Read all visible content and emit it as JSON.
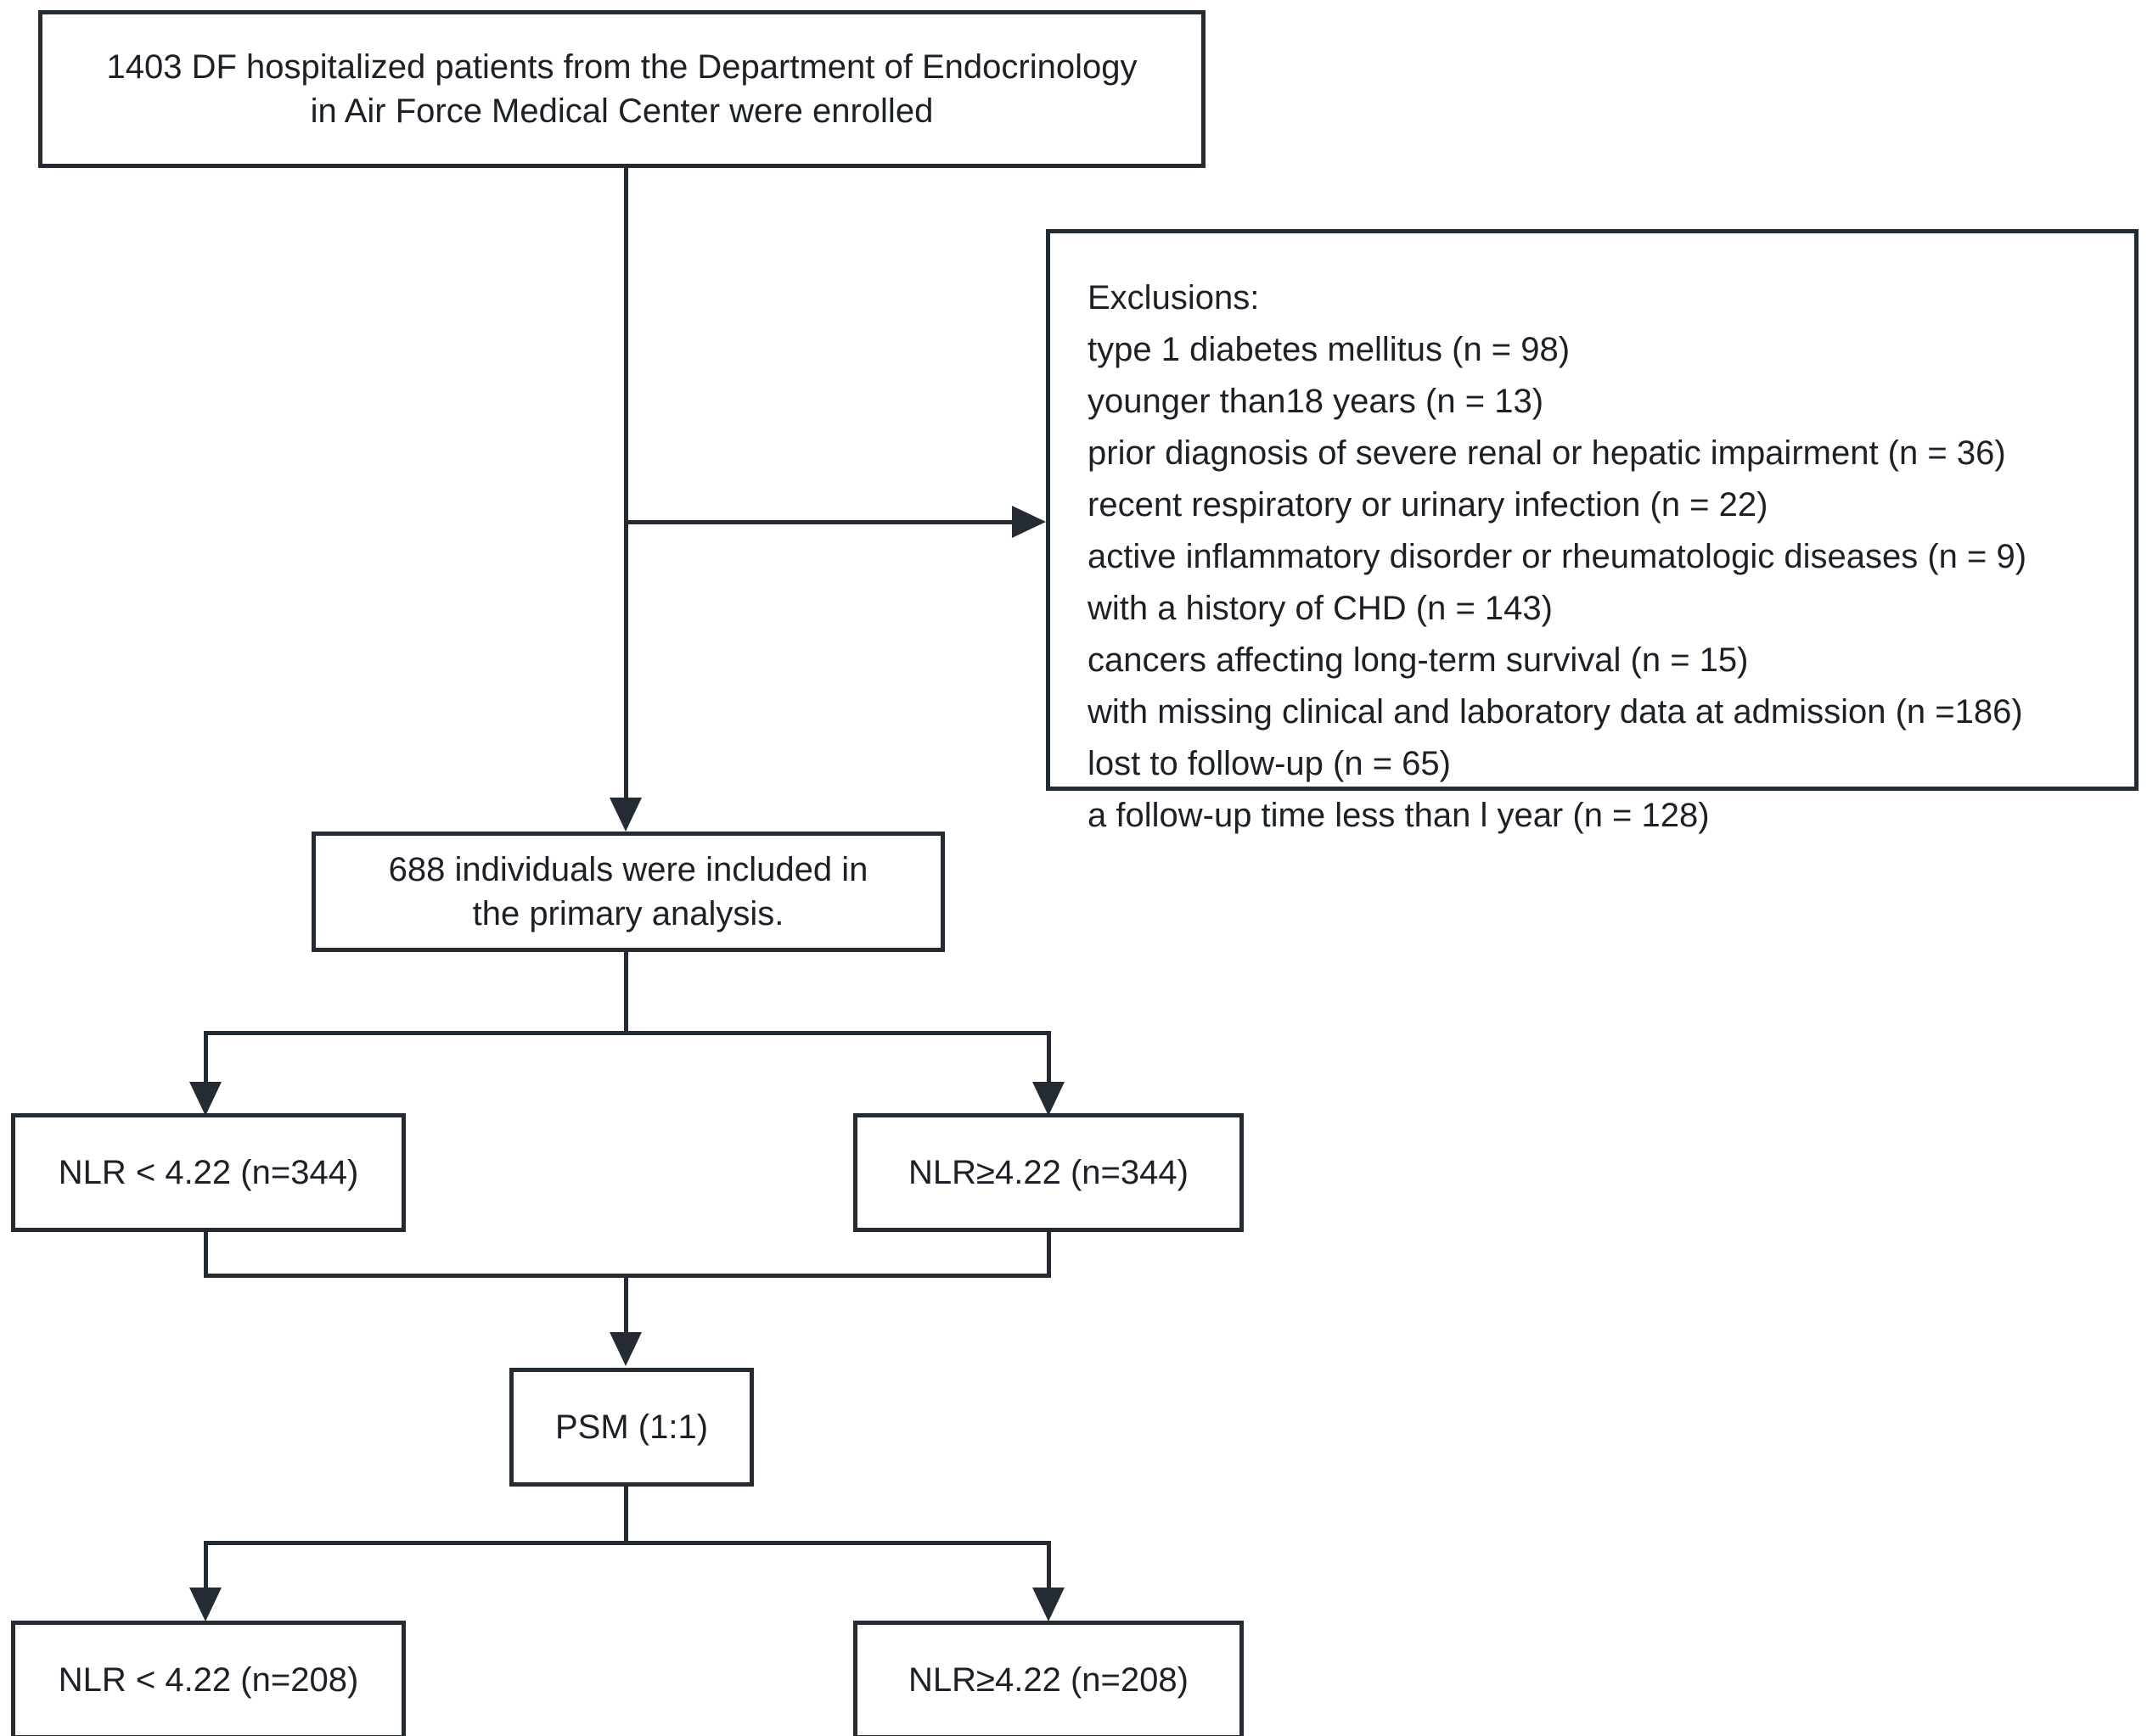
{
  "diagram": {
    "title": "Patient selection flow diagram",
    "line_color": "#252b33",
    "text_color": "#1c2127",
    "background": "#ffffff"
  },
  "nodes": {
    "enrollment": {
      "text": "1403 DF hospitalized patients from the Department of Endocrinology\nin Air Force Medical Center were enrolled"
    },
    "exclusions": {
      "title": "Exclusions:",
      "items": [
        "type 1 diabetes mellitus (n = 98)",
        "younger than18 years (n = 13)",
        "prior diagnosis of severe renal or hepatic impairment (n = 36)",
        "recent respiratory or urinary infection (n = 22)",
        "active inflammatory disorder or rheumatologic diseases (n = 9)",
        "with a history of CHD (n = 143)",
        "cancers affecting long-term survival (n = 15)",
        "with missing clinical and laboratory data at admission (n =186)",
        "lost to follow-up (n = 65)",
        "a follow-up time less than l year (n = 128)"
      ]
    },
    "primary_analysis": {
      "text": "688 individuals were included in\nthe primary analysis."
    },
    "nlr_low_pre": {
      "text": "NLR < 4.22 (n=344)"
    },
    "nlr_high_pre": {
      "text": "NLR≥4.22 (n=344)"
    },
    "psm": {
      "text": "PSM (1:1)"
    },
    "nlr_low_post": {
      "text": "NLR < 4.22 (n=208)"
    },
    "nlr_high_post": {
      "text": "NLR≥4.22 (n=208)"
    }
  }
}
